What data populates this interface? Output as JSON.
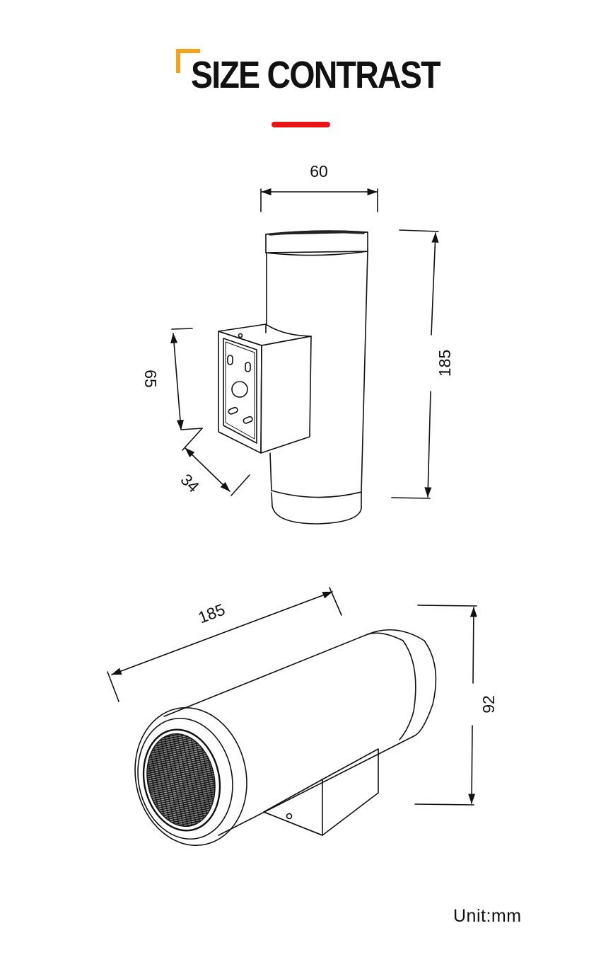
{
  "header": {
    "title": "SIZE CONTRAST",
    "accent_color": "#f4a21e",
    "underline_color": "#e81418"
  },
  "upright_view": {
    "width_label": "60",
    "height_label": "185",
    "bracket_height_label": "65",
    "bracket_depth_label": "34"
  },
  "horizontal_view": {
    "length_label": "185",
    "height_label": "92"
  },
  "footer": {
    "unit_label": "Unit:mm"
  }
}
